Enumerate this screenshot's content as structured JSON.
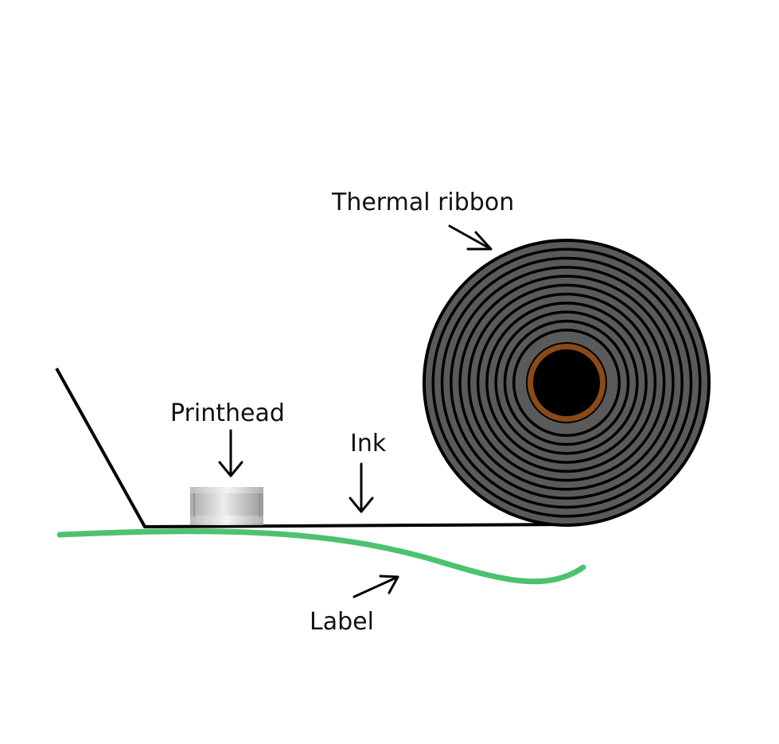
{
  "labels": {
    "thermal_ribbon": "Thermal ribbon",
    "printhead": "Printhead",
    "ink": "Ink",
    "label": "Label"
  },
  "colors": {
    "ribbon_body": "#5a5a5a",
    "ribbon_lines": "#000000",
    "core": "#000000",
    "core_ring": "#8a4a18",
    "label_web": "#4cc26f",
    "ink_line": "#000000",
    "printhead_light": "#e6e6e6",
    "printhead_dark": "#9a9a9a"
  },
  "icons": {
    "printhead": "cylinder-shape",
    "arrow": "arrow-icon"
  }
}
